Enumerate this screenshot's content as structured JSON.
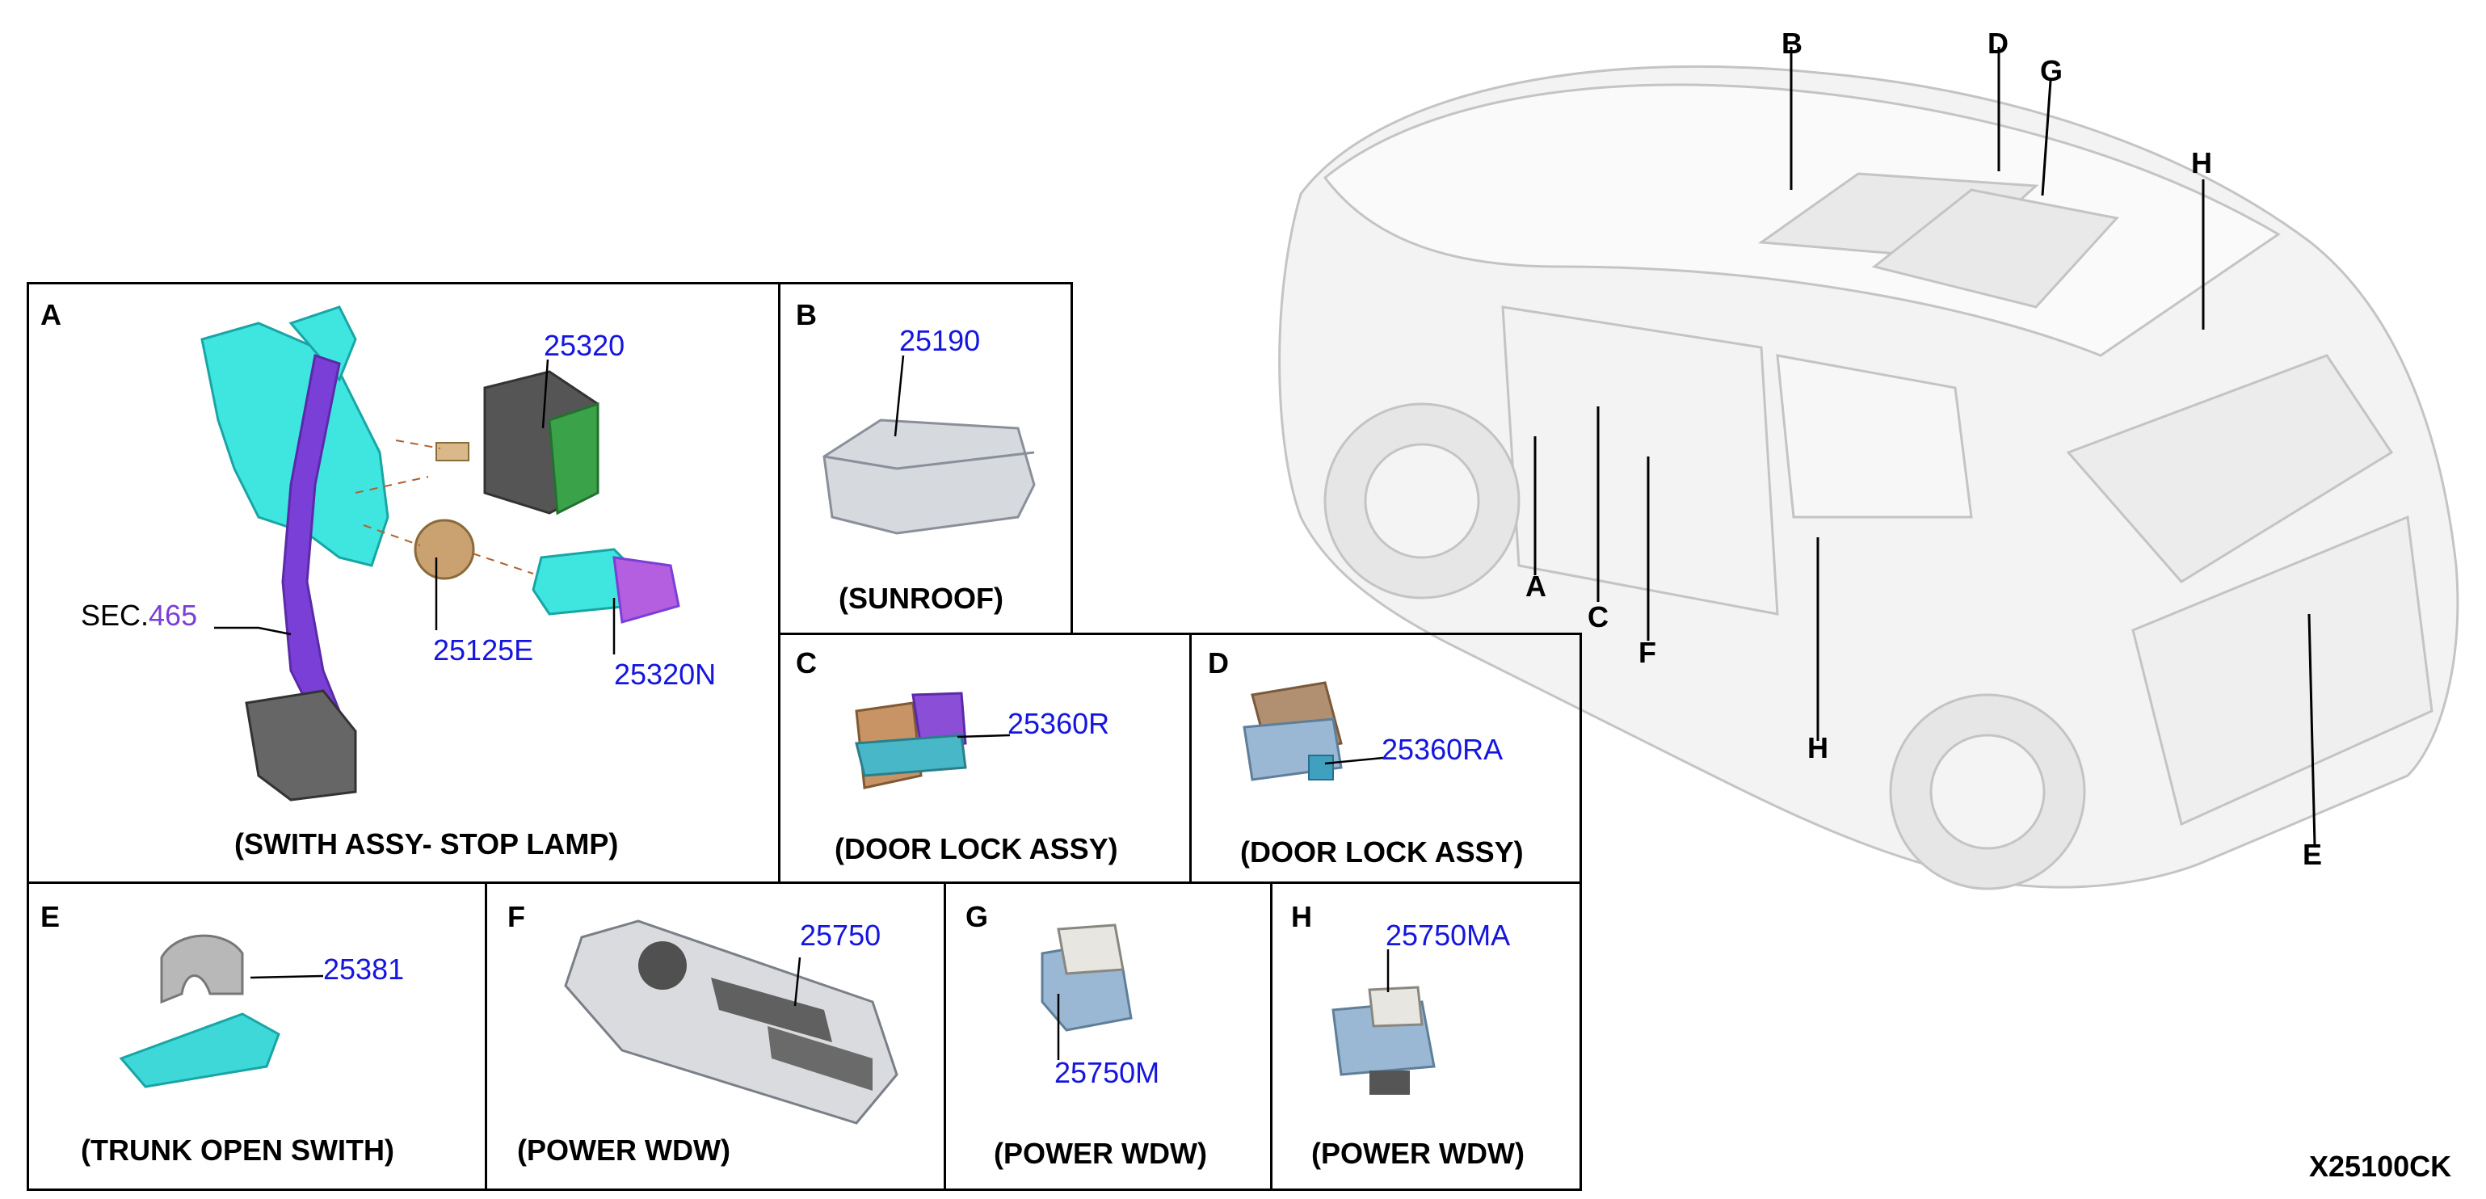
{
  "diagram_code": "X25100CK",
  "panels": {
    "A": {
      "letter": "A",
      "caption": "(SWITH ASSY- STOP LAMP)",
      "parts": [
        "25320",
        "25125E",
        "25320N"
      ],
      "sec_prefix": "SEC.",
      "sec_number": "465"
    },
    "B": {
      "letter": "B",
      "caption": "(SUNROOF)",
      "parts": [
        "25190"
      ]
    },
    "C": {
      "letter": "C",
      "caption": "(DOOR LOCK ASSY)",
      "parts": [
        "25360R"
      ]
    },
    "D": {
      "letter": "D",
      "caption": "(DOOR LOCK ASSY)",
      "parts": [
        "25360RA"
      ]
    },
    "E": {
      "letter": "E",
      "caption": "(TRUNK OPEN SWITH)",
      "parts": [
        "25381"
      ]
    },
    "F": {
      "letter": "F",
      "caption": "(POWER WDW)",
      "parts": [
        "25750"
      ]
    },
    "G": {
      "letter": "G",
      "caption": "(POWER WDW)",
      "parts": [
        "25750M"
      ]
    },
    "H": {
      "letter": "H",
      "caption": "(POWER WDW)",
      "parts": [
        "25750MA"
      ]
    }
  },
  "vehicle_callouts": [
    "B",
    "D",
    "G",
    "H",
    "A",
    "C",
    "F",
    "H",
    "E"
  ],
  "colors": {
    "part_number": "#1515e0",
    "sec_number": "#7a3fd6",
    "pedal_bracket": "#3fe6e0",
    "pedal_arm": "#7a3fd6",
    "connector_green": "#3aa34a",
    "trunk_switch": "#3fd8d8"
  }
}
